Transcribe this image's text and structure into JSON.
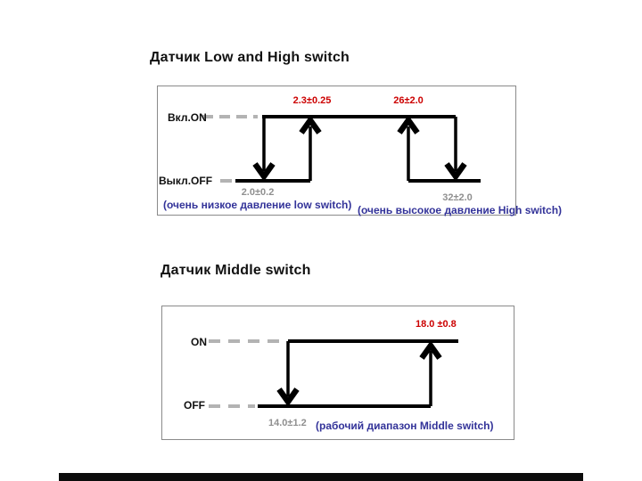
{
  "slide": {
    "background": "#ffffff"
  },
  "colors": {
    "value_red": "#cc0000",
    "value_gray": "#8f8f8f",
    "caption_blue": "#333399",
    "waveform_black": "#000000",
    "dash_gray": "#b3b3b3",
    "box_border": "#8a8a8a"
  },
  "low_high_diagram": {
    "title": "Датчик Low and High switch",
    "on_label": "Вкл.ON",
    "off_label": "Выкл.OFF",
    "low_switch_on_value": "2.3±0.25",
    "high_switch_on_value": "26±2.0",
    "low_switch_off_value": "2.0±0.2",
    "high_switch_off_value": "32±2.0",
    "low_switch_caption": "(очень низкое давление low switch)",
    "high_switch_caption": "(очень высокое давление High switch)"
  },
  "middle_diagram": {
    "title": "Датчик Middle switch",
    "on_label": "ON",
    "off_label": "OFF",
    "on_value": "18.0 ±0.8",
    "off_value": "14.0±1.2",
    "caption": "(рабочий диапазон Middle switch)"
  }
}
